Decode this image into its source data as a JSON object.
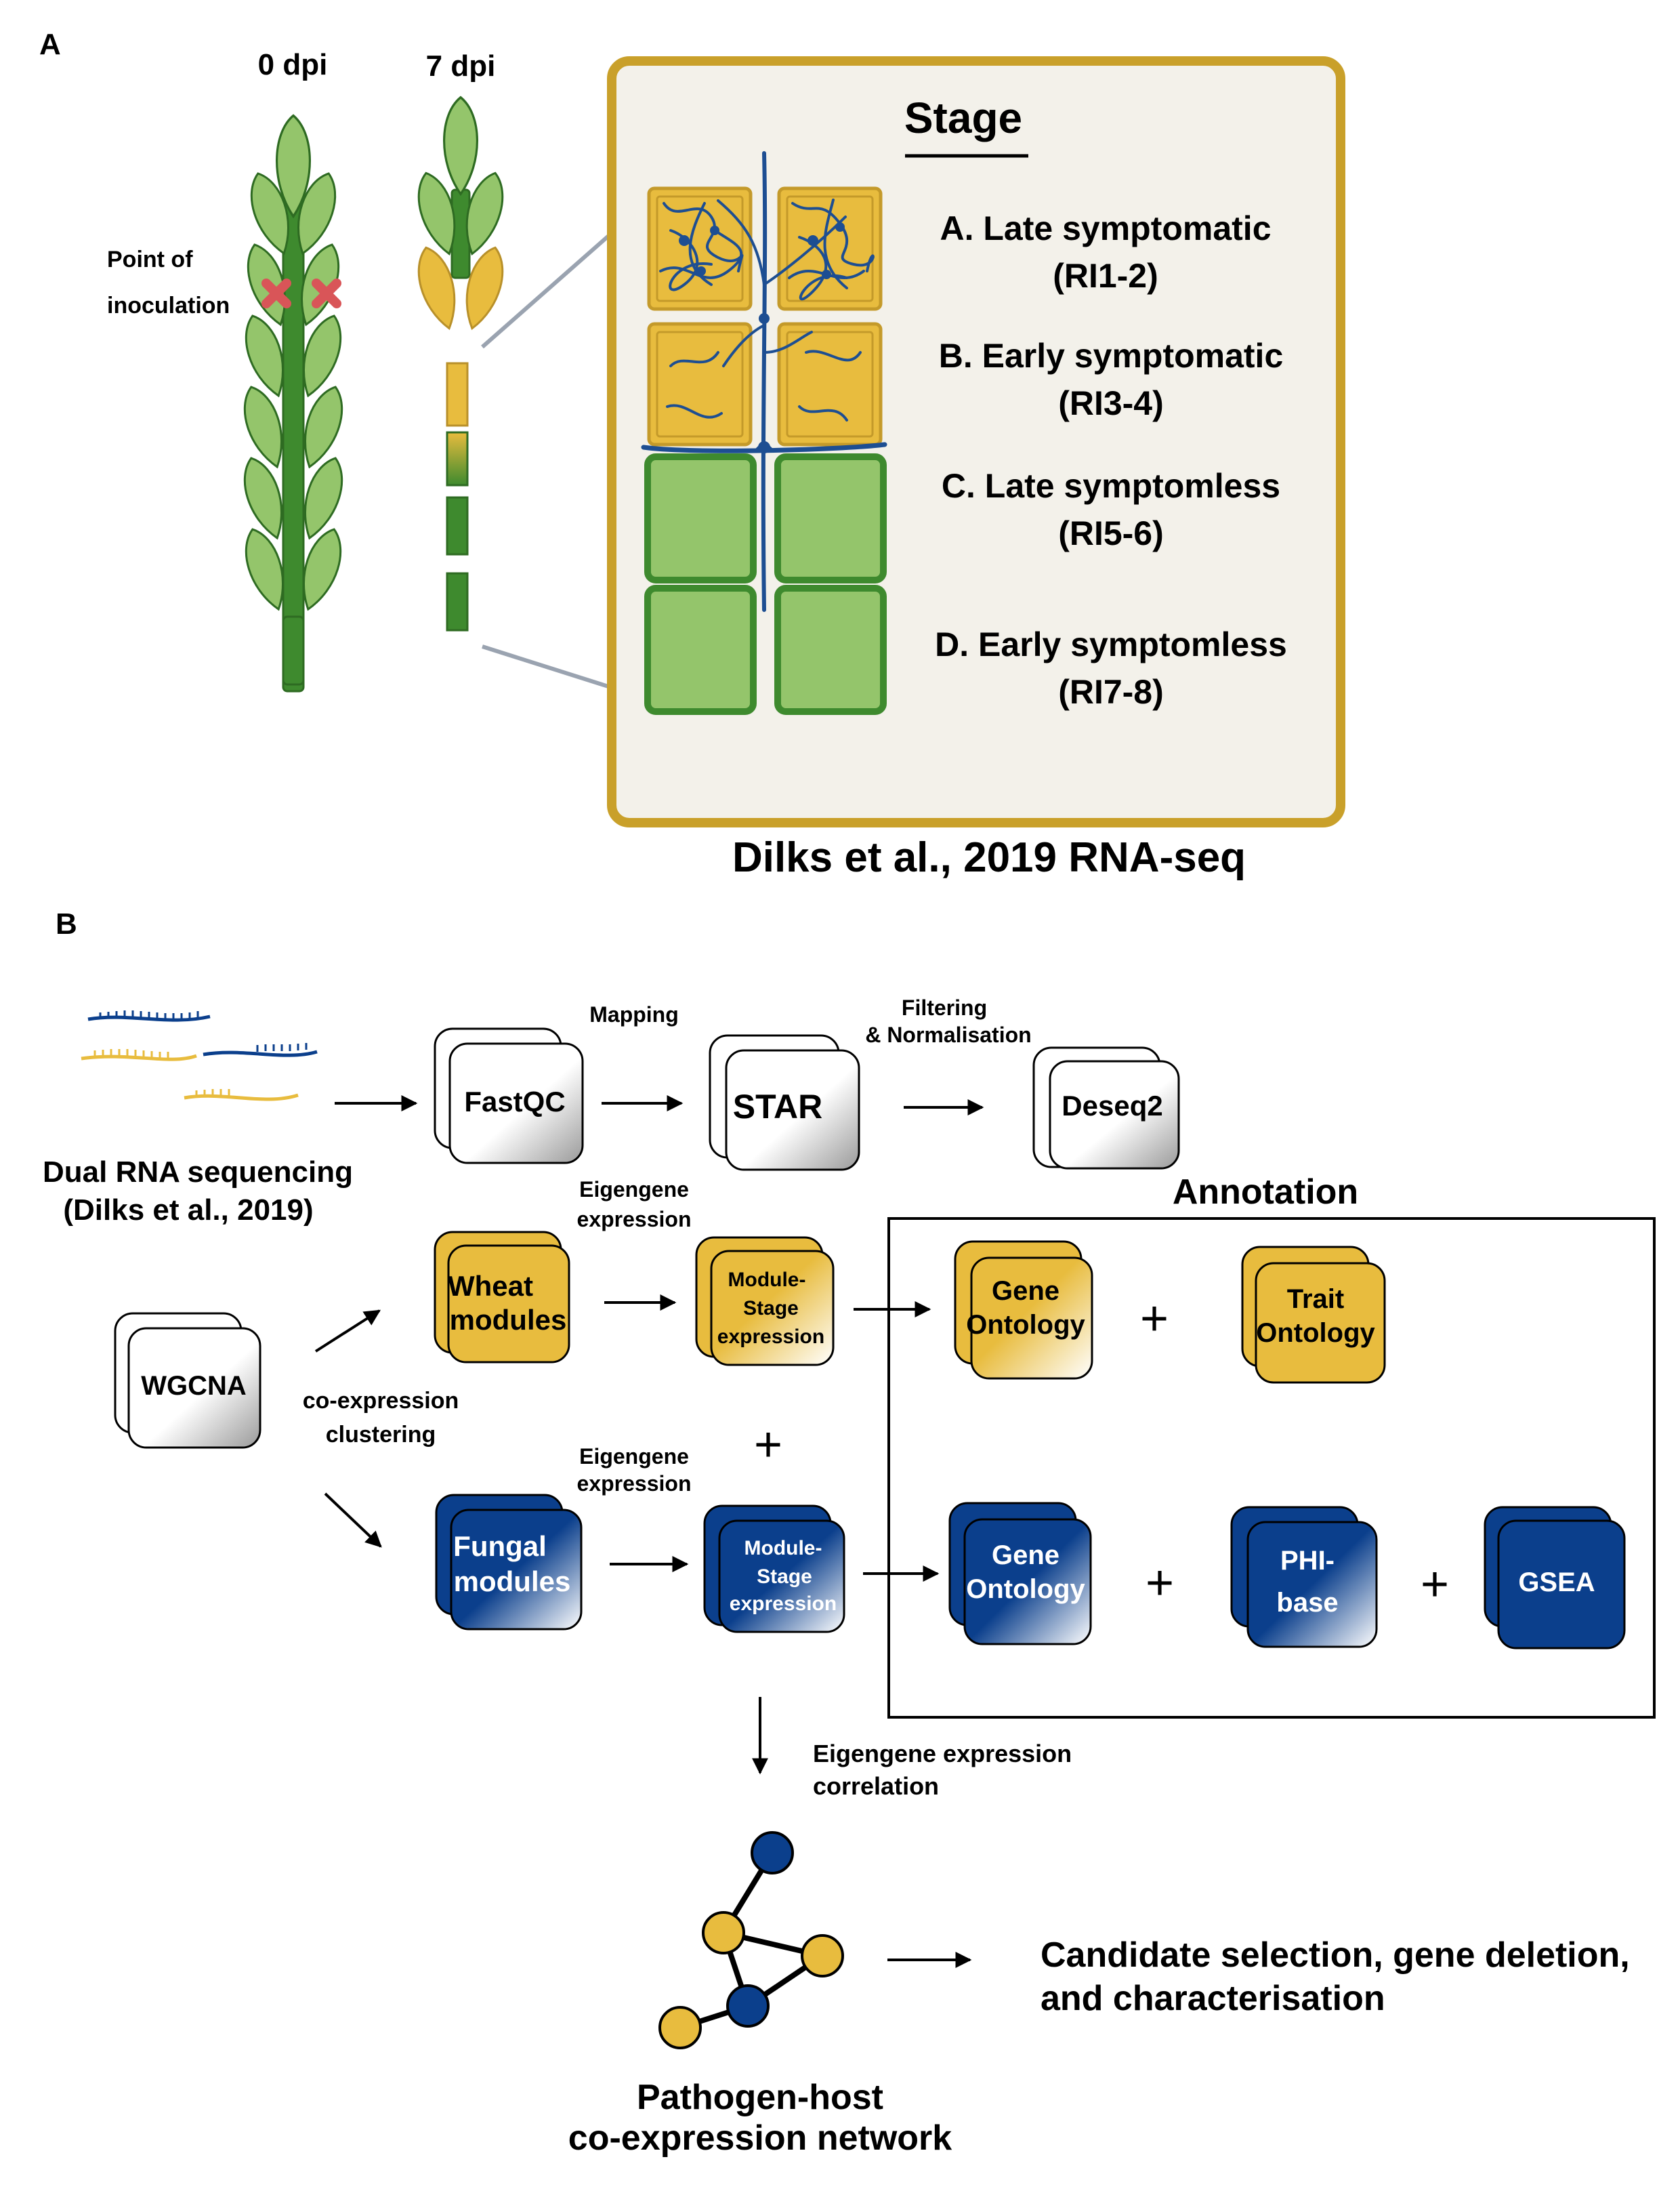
{
  "colors": {
    "wheat_yellow": "#E8BC3E",
    "fungal_blue": "#0B3F8C",
    "leaf_light": "#94C56B",
    "leaf_dark": "#3E8A2E",
    "panel_border": "#C9A02A",
    "panel_bg": "#F3F1EA",
    "hypha_blue": "#1D4E92",
    "cross_red": "#E0686A",
    "connector_grey": "#9AA3B0"
  },
  "panel_a": {
    "label": "A",
    "dpi0": "0 dpi",
    "dpi7": "7 dpi",
    "inoculation_line1": "Point of",
    "inoculation_line2": "inoculation",
    "stage_title": "Stage",
    "stages": [
      {
        "name": "A. Late symptomatic",
        "code": "(RI1-2)"
      },
      {
        "name": "B. Early symptomatic",
        "code": "(RI3-4)"
      },
      {
        "name": "C. Late symptomless",
        "code": "(RI5-6)"
      },
      {
        "name": "D. Early symptomless",
        "code": "(RI7-8)"
      }
    ],
    "caption": "Dilks et al., 2019 RNA-seq"
  },
  "panel_b": {
    "label": "B",
    "dual_rna_line1": "Dual RNA sequencing",
    "dual_rna_line2": "(Dilks et al., 2019)",
    "fastqc": "FastQC",
    "mapping": "Mapping",
    "star": "STAR",
    "filtering_line1": "Filtering",
    "filtering_line2": "& Normalisation",
    "deseq2": "Deseq2",
    "annotation": "Annotation",
    "wgcna": "WGCNA",
    "coexpr_line1": "co-expression",
    "coexpr_line2": "clustering",
    "eigengene_line1": "Eigengene",
    "eigengene_line2": "expression",
    "wheat_modules_line1": "Wheat",
    "wheat_modules_line2": "modules",
    "fungal_modules_line1": "Fungal",
    "fungal_modules_line2": "modules",
    "module_stage_line1": "Module-",
    "module_stage_line2": "Stage",
    "module_stage_line3": "expression",
    "gene_ontology_line1": "Gene",
    "gene_ontology_line2": "Ontology",
    "trait_ontology_line1": "Trait",
    "trait_ontology_line2": "Ontology",
    "phi_line1": "PHI-",
    "phi_line2": "base",
    "gsea": "GSEA",
    "plus": "+",
    "corr_line1": "Eigengene expression",
    "corr_line2": "correlation",
    "candidate_line1": "Candidate selection, gene deletion,",
    "candidate_line2": "and characterisation",
    "network_line1": "Pathogen-host",
    "network_line2": "co-expression network"
  }
}
